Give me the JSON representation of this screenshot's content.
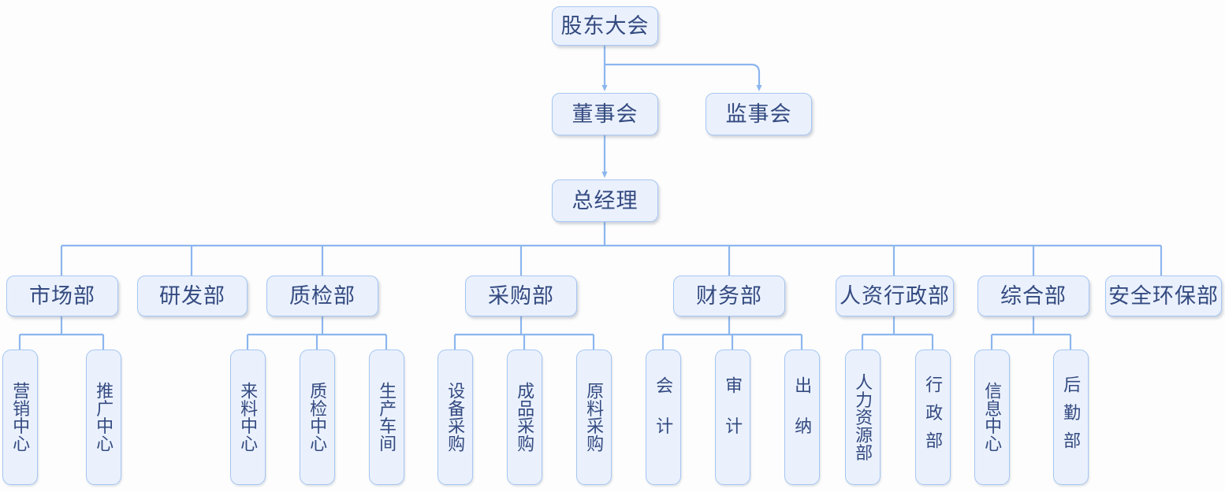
{
  "chart_title": "",
  "theme": {
    "node_fill": "#eaf1fd",
    "node_border": "#a6c6f2",
    "node_text": "#344a80",
    "edge_color": "#8cb6ef",
    "canvas_bg": "#fdfdfd"
  },
  "nodes": {
    "shareholders": {
      "label": "股东大会"
    },
    "board": {
      "label": "董事会"
    },
    "supervisors": {
      "label": "监事会"
    },
    "gm": {
      "label": "总经理"
    },
    "departments": [
      {
        "label": "市场部"
      },
      {
        "label": "研发部"
      },
      {
        "label": "质检部"
      },
      {
        "label": "采购部"
      },
      {
        "label": "财务部"
      },
      {
        "label": "人资行政部"
      },
      {
        "label": "综合部"
      },
      {
        "label": "安全环保部"
      }
    ],
    "subunits": [
      {
        "label": "营销中心"
      },
      {
        "label": "推广中心"
      },
      {
        "label": "来料中心"
      },
      {
        "label": "质检中心"
      },
      {
        "label": "生产车间"
      },
      {
        "label": "设备采购"
      },
      {
        "label": "成品采购"
      },
      {
        "label": "原料采购"
      },
      {
        "label": "会计"
      },
      {
        "label": "审计"
      },
      {
        "label": "出纳"
      },
      {
        "label": "人力资源部"
      },
      {
        "label": "行政部"
      },
      {
        "label": "信息中心"
      },
      {
        "label": "后勤部"
      }
    ]
  }
}
